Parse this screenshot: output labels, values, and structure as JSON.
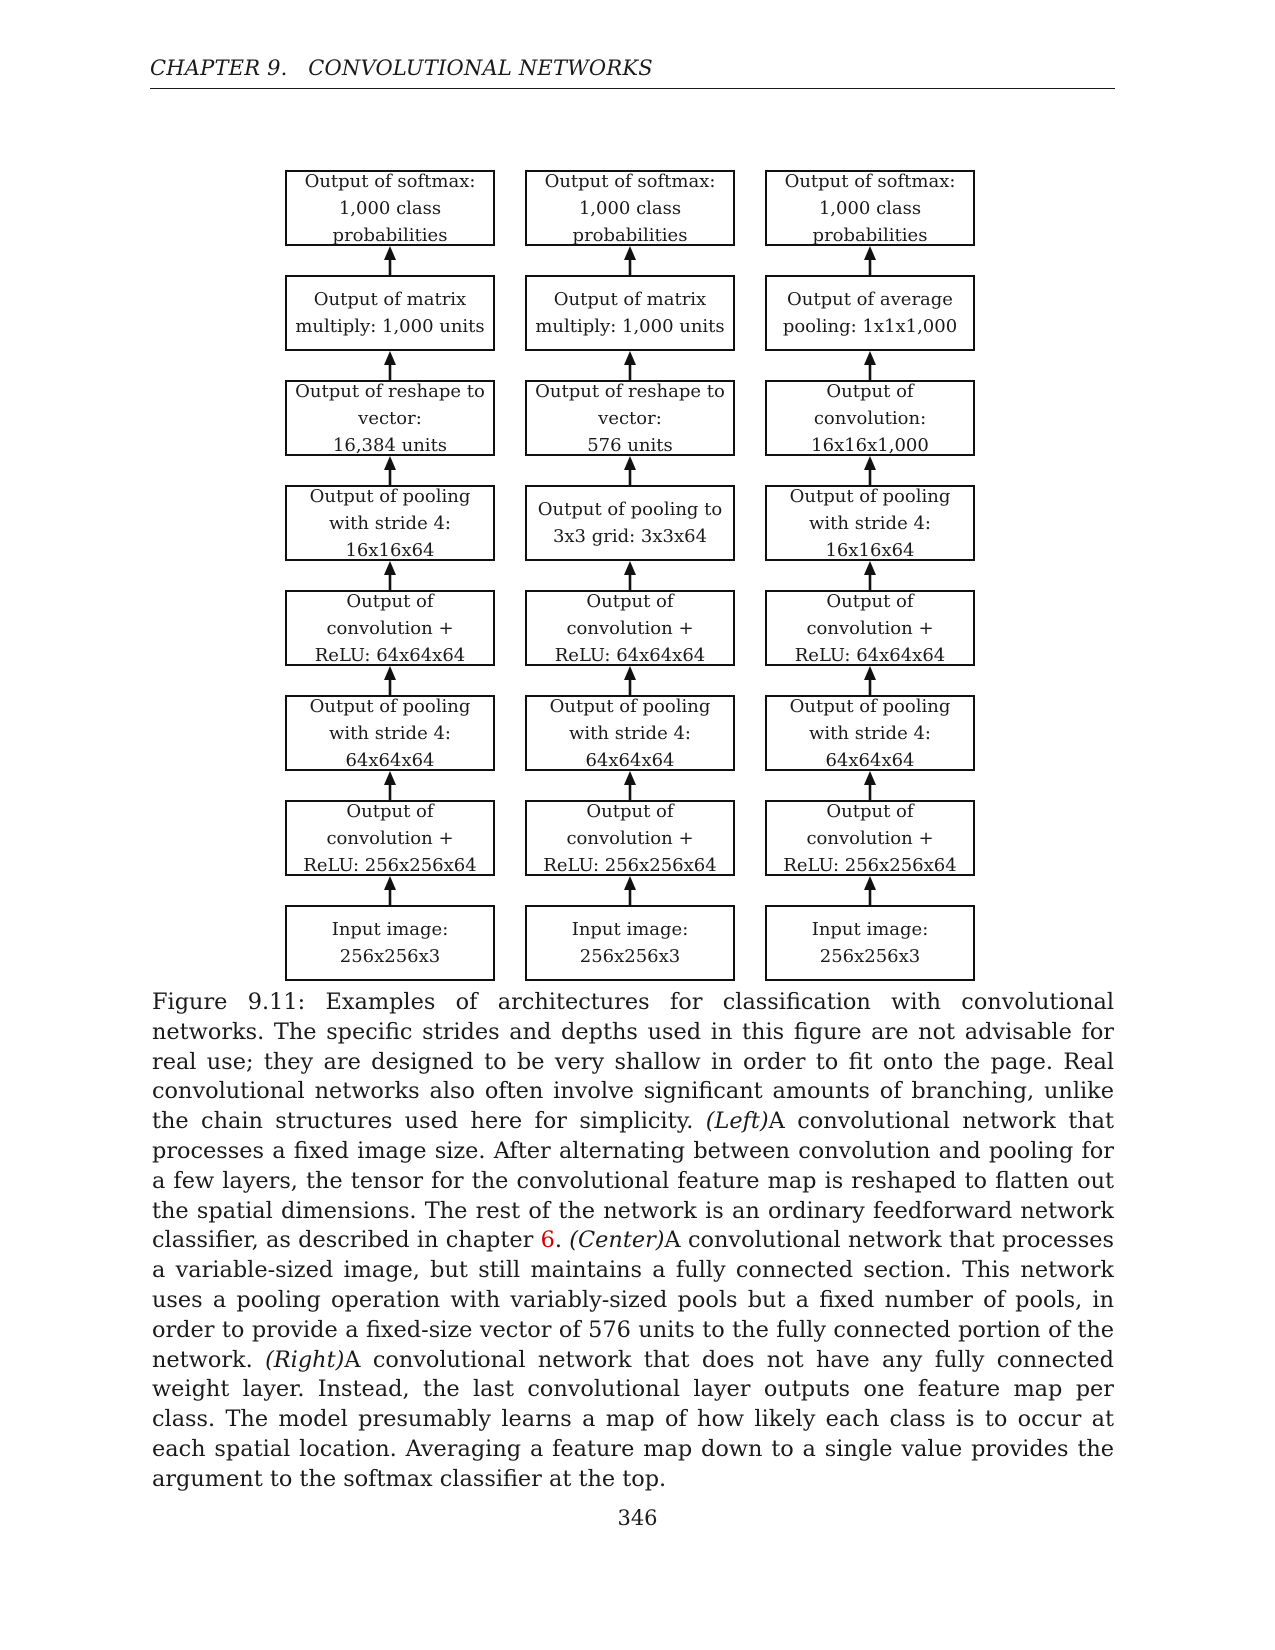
{
  "header": {
    "chapter": "CHAPTER 9.",
    "title": "CONVOLUTIONAL NETWORKS"
  },
  "figure": {
    "columns": [
      {
        "boxes": [
          "Output of softmax:\n1,000 class\nprobabilities",
          "Output of matrix\nmultiply: 1,000 units",
          "Output of reshape to\nvector:\n16,384 units",
          "Output of pooling\nwith stride 4:\n16x16x64",
          "Output of\nconvolution +\nReLU: 64x64x64",
          "Output of pooling\nwith stride 4:\n64x64x64",
          "Output of\nconvolution +\nReLU: 256x256x64",
          "Input image:\n256x256x3"
        ]
      },
      {
        "boxes": [
          "Output of softmax:\n1,000 class\nprobabilities",
          "Output of matrix\nmultiply: 1,000 units",
          "Output of reshape to\nvector:\n576 units",
          "Output of pooling to\n3x3 grid: 3x3x64",
          "Output of\nconvolution +\nReLU: 64x64x64",
          "Output of pooling\nwith stride 4:\n64x64x64",
          "Output of\nconvolution +\nReLU: 256x256x64",
          "Input image:\n256x256x3"
        ]
      },
      {
        "boxes": [
          "Output of softmax:\n1,000 class\nprobabilities",
          "Output of average\npooling: 1x1x1,000",
          "Output of\nconvolution:\n16x16x1,000",
          "Output of pooling\nwith stride 4:\n16x16x64",
          "Output of\nconvolution +\nReLU: 64x64x64",
          "Output of pooling\nwith stride 4:\n64x64x64",
          "Output of\nconvolution +\nReLU: 256x256x64",
          "Input image:\n256x256x3"
        ]
      }
    ],
    "caption": {
      "label": "Figure 9.11:",
      "text_1": "Examples of architectures for classification with convolutional networks. The specific strides and depths used in this figure are not advisable for real use; they are designed to be very shallow in order to fit onto the page. Real convolutional networks also often involve significant amounts of branching, unlike the chain structures used here for simplicity.",
      "left_label": "(Left)",
      "text_2": "A convolutional network that processes a fixed image size. After alternating between convolution and pooling for a few layers, the tensor for the convolutional feature map is reshaped to flatten out the spatial dimensions. The rest of the network is an ordinary feedforward network classifier, as described in chapter",
      "chapter_ref": "6",
      "text_3": ".",
      "center_label": "(Center)",
      "text_4": "A convolutional network that processes a variable-sized image, but still maintains a fully connected section. This network uses a pooling operation with variably-sized pools but a fixed number of pools, in order to provide a fixed-size vector of 576 units to the fully connected portion of the network.",
      "right_label": "(Right)",
      "text_5": "A convolutional network that does not have any fully connected weight layer. Instead, the last convolutional layer outputs one feature map per class. The model presumably learns a map of how likely each class is to occur at each spatial location. Averaging a feature map down to a single value provides the argument to the softmax classifier at the top."
    }
  },
  "page_number": "346"
}
